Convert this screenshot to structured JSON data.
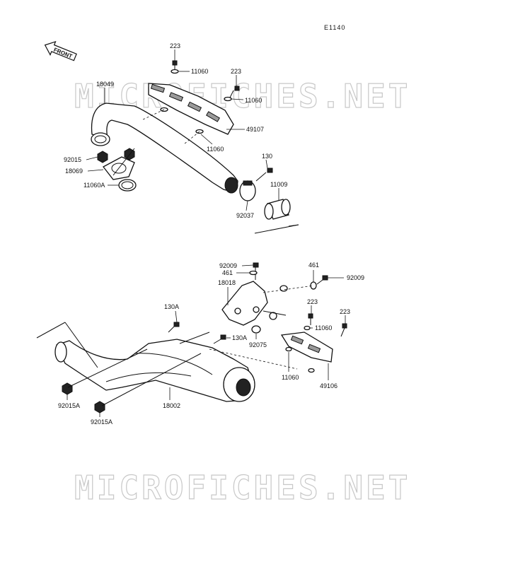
{
  "diagram": {
    "code": "E1140",
    "front_arrow": "FRONT",
    "watermark": "MICROFICHES.NET",
    "colors": {
      "ink": "#111111",
      "watermark": "#c8c8c8"
    },
    "labels": {
      "l223a": "223",
      "l11060a": "11060",
      "l223b": "223",
      "l11060b": "11060",
      "l18049": "18049",
      "l49107": "49107",
      "l11060c": "11060",
      "l92015": "92015",
      "l18069": "18069",
      "l11060A": "11060A",
      "l130": "130",
      "l11009": "11009",
      "l92037": "92037",
      "l92009a": "92009",
      "l461a": "461",
      "l461b": "461",
      "l92009b": "92009",
      "l18018": "18018",
      "l130A_a": "130A",
      "l223c": "223",
      "l223d": "223",
      "l11060d": "11060",
      "l130A_b": "130A",
      "l92075": "92075",
      "l11060e": "11060",
      "l49106": "49106",
      "l92015A_a": "92015A",
      "l18002": "18002",
      "l92015A_b": "92015A"
    }
  }
}
